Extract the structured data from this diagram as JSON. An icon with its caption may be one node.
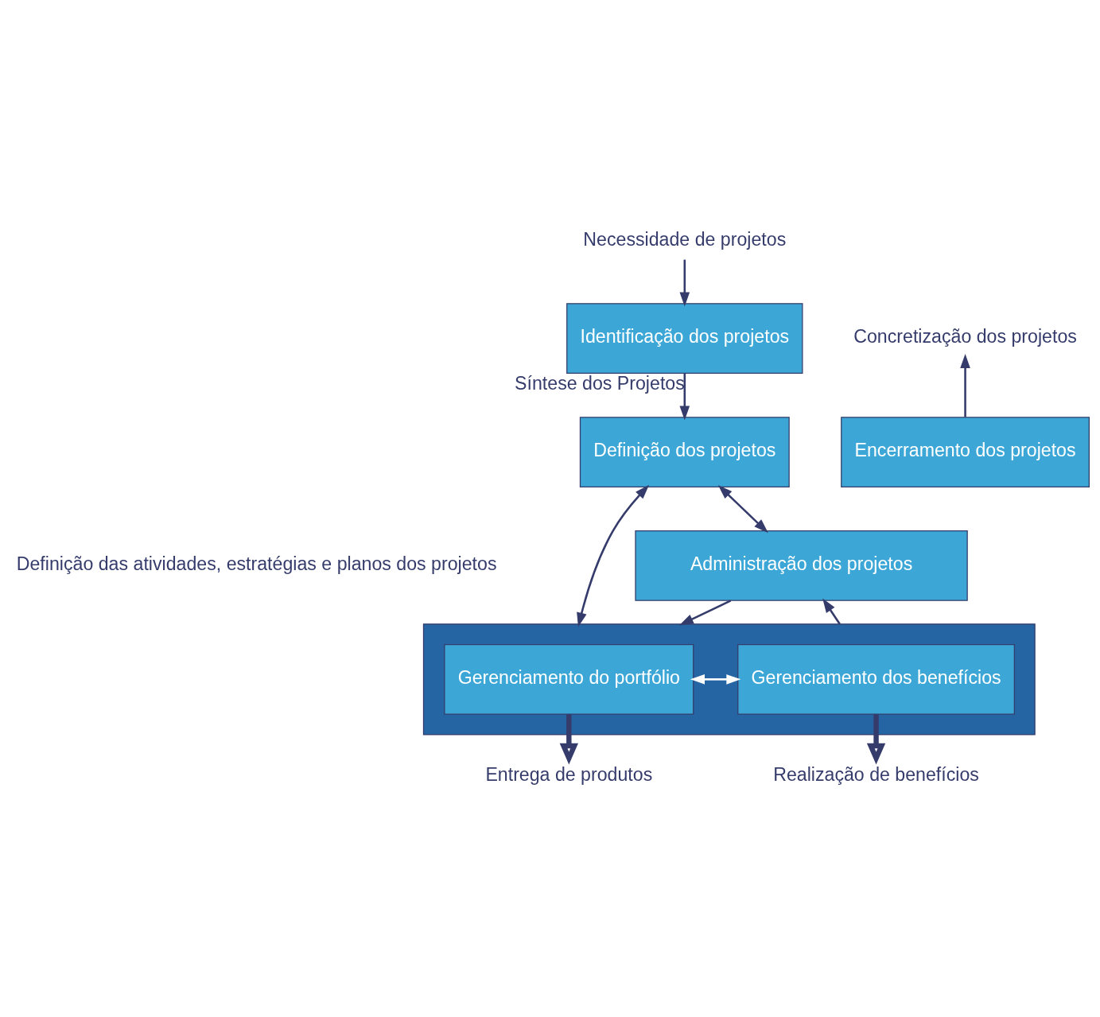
{
  "diagram": {
    "nodes": [
      {
        "text": [
          "Necessidade de projetos"
        ]
      },
      {
        "text": [
          "Identificação dos projetos"
        ]
      },
      {
        "text": [
          "Definição dos projetos"
        ]
      },
      {
        "text": [
          "Encerramento dos projetos"
        ]
      },
      {
        "text": [
          "Concretização dos projetos"
        ]
      },
      {
        "text": [
          "Administração dos projetos"
        ]
      },
      {
        "text": [],
        "shape": "box"
      },
      {
        "text": [
          "Gerenciamento do portfólio"
        ],
        "in": 6
      },
      {
        "text": [
          "Gerenciamento dos benefícios"
        ],
        "in": 6
      },
      {
        "text": [
          "Entrega de produtos"
        ]
      },
      {
        "text": [
          "Realização de benefícios"
        ]
      }
    ],
    "edges": [
      {
        "from": 0,
        "to": 1,
        "arrow": "to"
      },
      {
        "from": 1,
        "to": 2,
        "arrow": "to",
        "label": "Síntese dos Projetos"
      },
      {
        "from": 2,
        "to": 5,
        "arrow": "both"
      },
      {
        "from": 2,
        "to": 6,
        "arrow": "both"
      },
      {
        "from": 3,
        "to": 4,
        "arrow": "to"
      },
      {
        "from": 5,
        "to": 6,
        "arrow": "to"
      },
      {
        "from": 6,
        "to": 5,
        "arrow": "to"
      },
      {
        "from": 7,
        "to": 8,
        "arrow": "both",
        "color": "#ffffff"
      },
      {
        "from": 7,
        "to": 9,
        "arrow": "to",
        "style": "thick"
      },
      {
        "from": 8,
        "to": 10,
        "arrow": "to",
        "style": "thick"
      }
    ],
    "labels": [
      "Definição das atividades, estratégias e planos dos projetos"
    ]
  }
}
